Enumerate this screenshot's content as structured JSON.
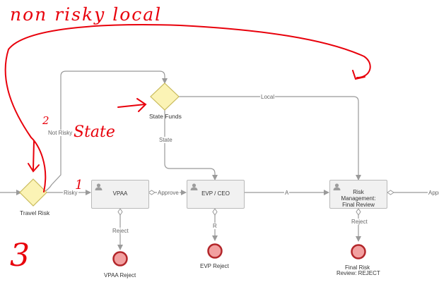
{
  "gateways": {
    "travel_risk": "Travel Risk",
    "state_funds": "State Funds"
  },
  "tasks": {
    "vpaa": "VPAA",
    "evp_ceo": "EVP / CEO",
    "risk_mgmt_line1": "Risk",
    "risk_mgmt_line2": "Management:",
    "risk_mgmt_line3": "Final Review"
  },
  "end_events": {
    "vpaa_reject": "VPAA Reject",
    "evp_reject": "EVP Reject",
    "final_risk_line1": "Final Risk",
    "final_risk_line2": "Review: REJECT"
  },
  "edge_labels": {
    "not_risky": "Not Risky",
    "risky": "Risky",
    "approve": "Approve",
    "local": "Local",
    "state": "State",
    "a": "A",
    "reject_vpaa": "Reject",
    "r": "R",
    "reject_final": "Reject",
    "appr_cut": "Appr"
  },
  "annotations": {
    "non_risky_local": "non risky local",
    "two": "2",
    "state": "State",
    "one": "1",
    "three": "3"
  },
  "colors": {
    "gateway_fill": "#fbf3b5",
    "gateway_stroke": "#c9bb5c",
    "end_fill": "#f2a0a0",
    "end_stroke": "#b3262a",
    "connector": "#999999",
    "task_fill": "#f1f1f1",
    "annotation": "#e8000b"
  }
}
